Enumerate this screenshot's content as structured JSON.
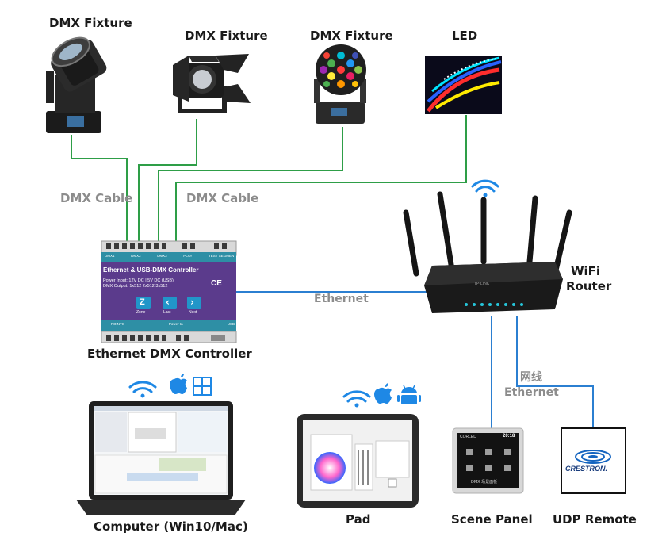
{
  "labels": {
    "fixture1": "DMX Fixture",
    "fixture2": "DMX Fixture",
    "fixture3": "DMX Fixture",
    "led": "LED",
    "dmx_cable_left": "DMX Cable",
    "dmx_cable_right": "DMX Cable",
    "ethernet_main": "Ethernet",
    "controller": "Ethernet DMX Controller",
    "router": "WiFi\nRouter",
    "router_line1": "WiFi",
    "router_line2": "Router",
    "network_cn": "网线",
    "ethernet_right": "Ethernet",
    "computer": "Computer (Win10/Mac)",
    "pad": "Pad",
    "scene_panel": "Scene Panel",
    "udp_remote": "UDP Remote"
  },
  "controller_box": {
    "title": "Ethernet & USB-DMX Controller",
    "power": "Power Input: 12V DC | 5V DC (USB)",
    "output_label": "DMX Output:",
    "output_opts": [
      "1x512",
      "2x512",
      "3x512"
    ],
    "btn_z": "Z",
    "btn_z_label": "Zone",
    "btn_l_label": "Last",
    "btn_r_label": "Next",
    "ports_top": [
      "DMX1",
      "DMX2",
      "DMX3",
      "PLAY",
      "TEST SEGMENT"
    ],
    "ports_bottom": [
      "POINTS",
      "Power In",
      "USB"
    ],
    "cert": "CE"
  },
  "scene_panel": {
    "brand": "CORLED",
    "time": "20:18",
    "footer": "DMX 场景面板"
  },
  "crestron": {
    "text": "CRESTRON."
  },
  "router": {
    "brand": "TP-LINK"
  },
  "colors": {
    "green_line": "#2e9e47",
    "blue_line": "#2b7fd1",
    "wifi_blue": "#1e88e5",
    "controller_purple": "#5b3b8c",
    "controller_teal": "#2e8fa5"
  },
  "icons": [
    "wifi-icon",
    "apple-icon",
    "windows-icon",
    "android-icon"
  ]
}
